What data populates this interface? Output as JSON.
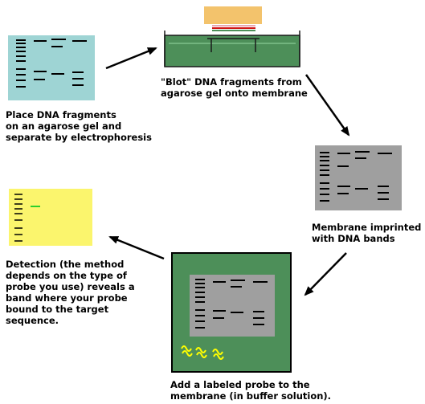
{
  "colors": {
    "gel": "#9ed4d4",
    "tray": "#4d8f59",
    "tray_outline": "#1a1a1a",
    "buffer_line": "#7fc08a",
    "sponge": "#f3c36c",
    "transfer_stack": [
      "#e8a7b1",
      "#d11414",
      "#4d8f59",
      "#ffffff"
    ],
    "membrane": "#9f9f9f",
    "tray_large": "#4d8f59",
    "film": "#fbf56d",
    "bands_dark": "#000000",
    "bands_light": "#ffffff",
    "probe": "#ffff00",
    "detected_band": "#2ccf2c",
    "arrow": "#000000"
  },
  "steps": {
    "step1": "Place DNA fragments\non an agarose gel and\nseparate by electrophoresis",
    "step2": "\"Blot\" DNA fragments from\nagarose gel onto membrane",
    "step3": "Membrane imprinted\nwith DNA bands",
    "step4": "Detection (the method\ndepends on the type of\nprobe you use) reveals a\nband where your probe\nbound to the target\nsequence.",
    "step5": "Add a labeled probe to the\nmembrane (in buffer solution)."
  },
  "icons": {
    "arrow": "arrow-icon",
    "probe": "squiggle-probe-icon"
  }
}
